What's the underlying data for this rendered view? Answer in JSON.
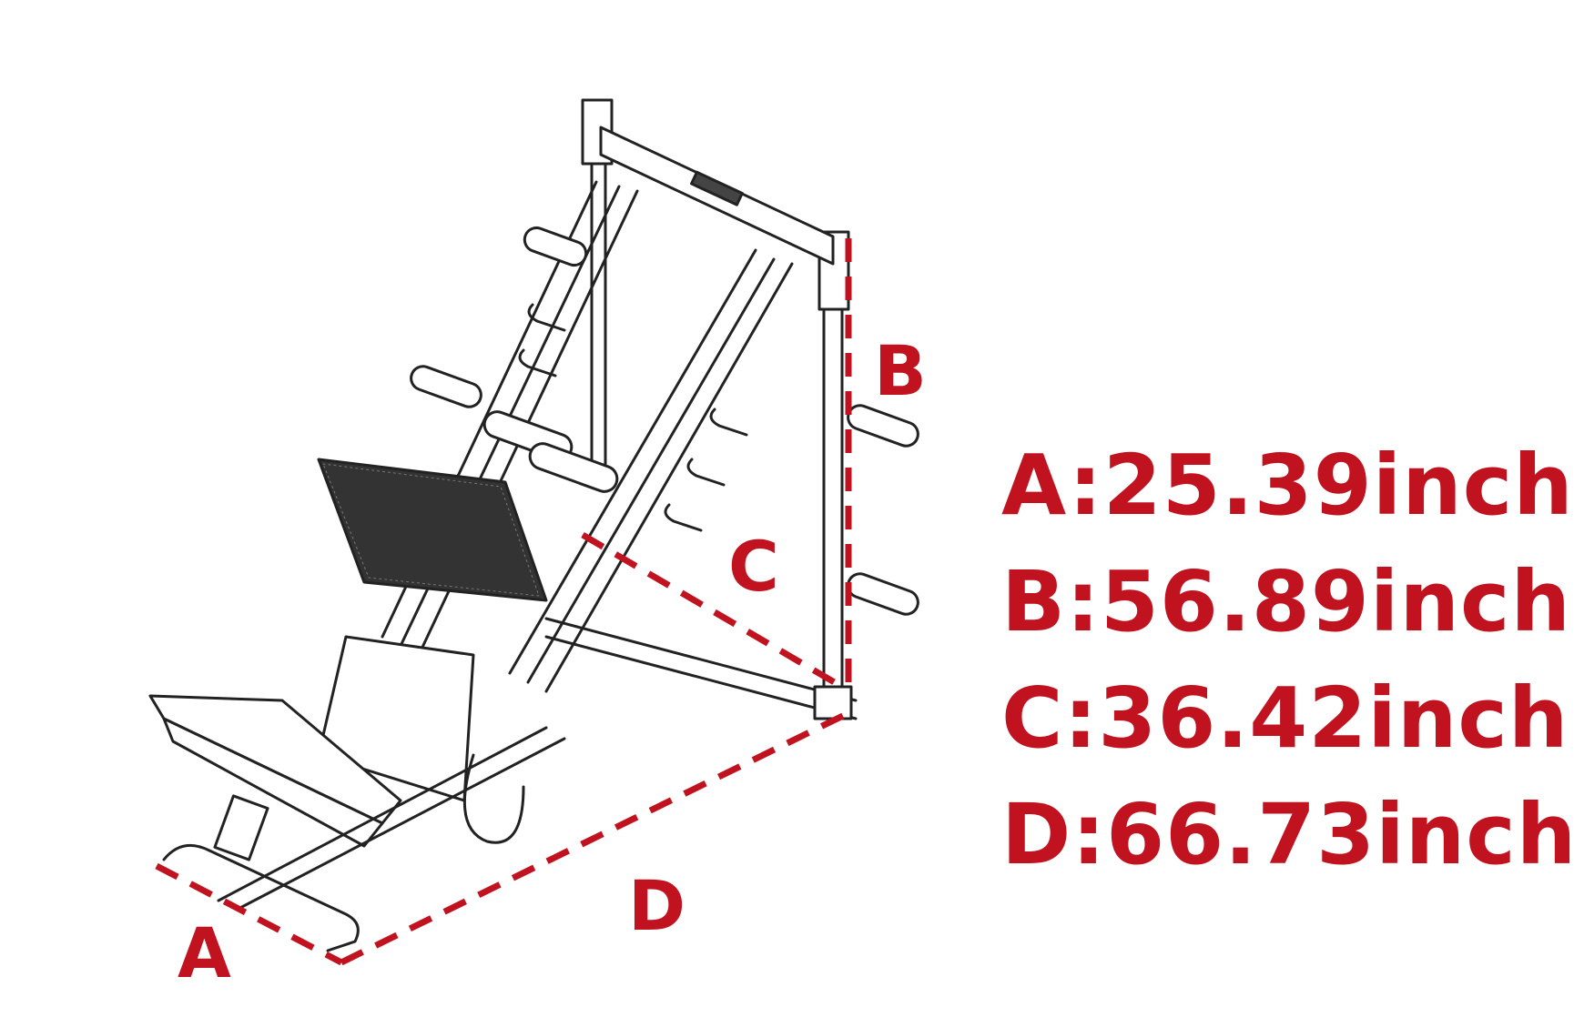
{
  "diagram": {
    "subject": "leg press / hack squat machine line drawing",
    "accent_color": "#c0121f",
    "line_color": "#222222",
    "dimension_markers": [
      {
        "id": "A",
        "label": "A"
      },
      {
        "id": "B",
        "label": "B"
      },
      {
        "id": "C",
        "label": "C"
      },
      {
        "id": "D",
        "label": "D"
      }
    ],
    "specs": [
      {
        "id": "A",
        "text": "A:25.39inch",
        "value": 25.39,
        "unit": "inch"
      },
      {
        "id": "B",
        "text": "B:56.89inch",
        "value": 56.89,
        "unit": "inch"
      },
      {
        "id": "C",
        "text": "C:36.42inch",
        "value": 36.42,
        "unit": "inch"
      },
      {
        "id": "D",
        "text": "D:66.73inch",
        "value": 66.73,
        "unit": "inch"
      }
    ]
  }
}
